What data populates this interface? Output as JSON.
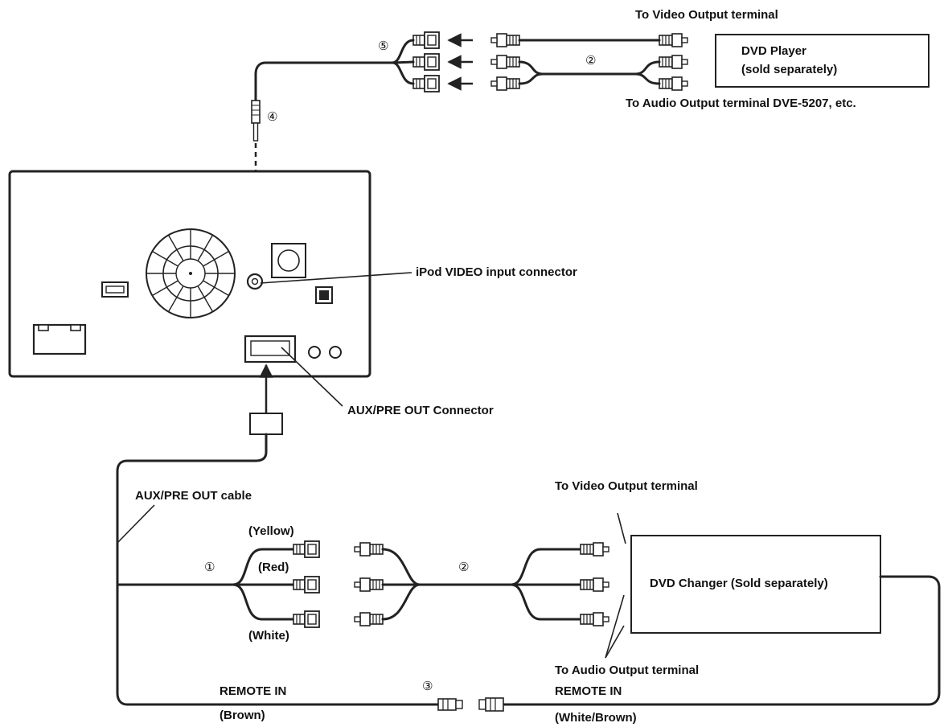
{
  "labels": {
    "top_video_output": "To Video Output terminal",
    "dvd_player_line1": "DVD Player",
    "dvd_player_line2": "(sold separately)",
    "top_audio_output": "To Audio Output terminal  DVE-5207, etc.",
    "ipod_connector": "iPod VIDEO input connector",
    "aux_connector": "AUX/PRE OUT Connector",
    "aux_cable": "AUX/PRE OUT cable",
    "yellow": "(Yellow)",
    "red": "(Red)",
    "white": "(White)",
    "bottom_video_output": "To Video Output terminal",
    "dvd_changer": "DVD Changer (Sold separately)",
    "bottom_audio_output": "To Audio Output terminal",
    "remote_in_left": "REMOTE IN",
    "brown": "(Brown)",
    "remote_in_right": "REMOTE IN",
    "white_brown": "(White/Brown)"
  },
  "callouts": {
    "n1": "①",
    "n2_top": "②",
    "n2_bottom": "②",
    "n3": "③",
    "n4": "④",
    "n5": "⑤"
  }
}
